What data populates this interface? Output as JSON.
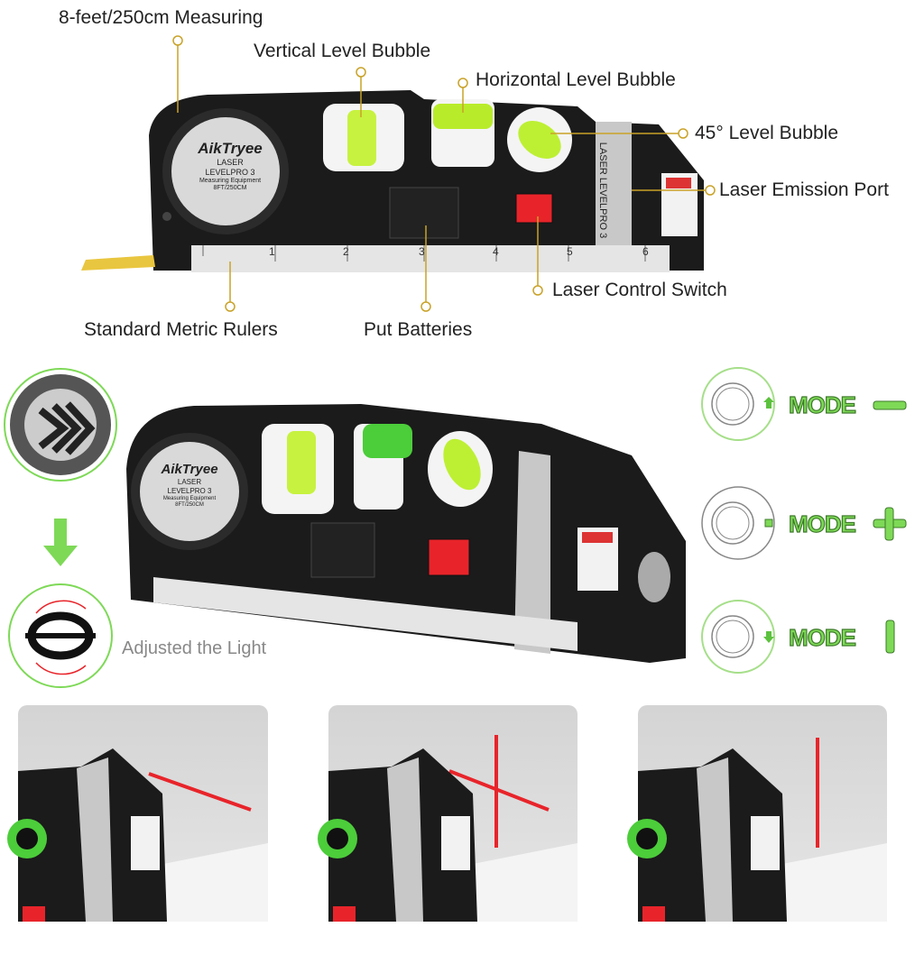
{
  "callouts": {
    "measuring": "8-feet/250cm Measuring",
    "vertical_bubble": "Vertical Level Bubble",
    "horizontal_bubble": "Horizontal Level Bubble",
    "level_45": "45° Level Bubble",
    "laser_port": "Laser Emission Port",
    "laser_switch": "Laser Control Switch",
    "rulers": "Standard Metric Rulers",
    "batteries": "Put Batteries"
  },
  "device": {
    "brand": "AikTryee",
    "model_line1": "LASER",
    "model_line2": "LEVELPRO 3",
    "spec_line1": "Measuring Equipment",
    "spec_line2": "8FT/250CM",
    "side_label": "LASER LEVELPRO 3",
    "ruler_numbers": [
      "1",
      "2",
      "3",
      "4",
      "5",
      "6"
    ]
  },
  "adjust_label": "Adjusted the Light",
  "modes": [
    {
      "label": "MODE",
      "symbol": "horizontal-line",
      "indicator": "arrow-up"
    },
    {
      "label": "MODE",
      "symbol": "cross",
      "indicator": "square"
    },
    {
      "label": "MODE",
      "symbol": "vertical-line",
      "indicator": "arrow-down"
    }
  ],
  "colors": {
    "accent_green": "#7ed957",
    "callout_gold": "#c9a227",
    "laser_red": "#e8242a",
    "body_black": "#1a1a1a"
  }
}
